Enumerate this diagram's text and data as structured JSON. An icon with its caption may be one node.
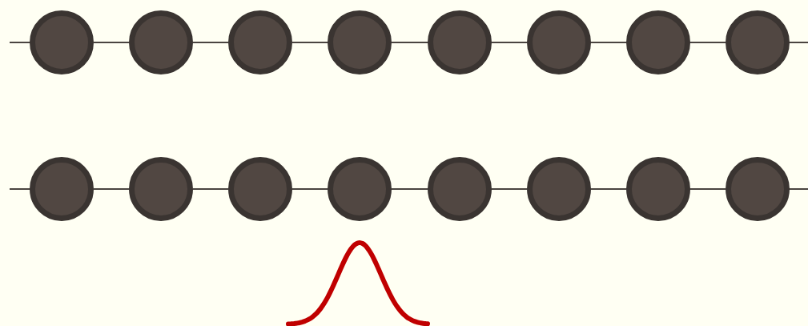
{
  "diagram": {
    "nodes": [
      {
        "text": [],
        "shape": "circle"
      },
      {
        "text": [],
        "shape": "circle"
      },
      {
        "text": [],
        "shape": "circle"
      },
      {
        "text": [],
        "shape": "circle"
      },
      {
        "text": [],
        "shape": "circle"
      },
      {
        "text": [],
        "shape": "circle"
      },
      {
        "text": [],
        "shape": "circle"
      },
      {
        "text": [],
        "shape": "circle"
      },
      {
        "text": [],
        "shape": "circle"
      },
      {
        "text": [],
        "shape": "circle"
      },
      {
        "text": [],
        "shape": "circle"
      },
      {
        "text": [],
        "shape": "circle"
      },
      {
        "text": [],
        "shape": "circle"
      },
      {
        "text": [],
        "shape": "circle"
      },
      {
        "text": [],
        "shape": "circle"
      },
      {
        "text": [],
        "shape": "circle"
      }
    ],
    "edges": [
      {
        "from": null,
        "to": 0,
        "arrow": "none"
      },
      {
        "from": 0,
        "to": 1,
        "arrow": "none"
      },
      {
        "from": 1,
        "to": 2,
        "arrow": "none"
      },
      {
        "from": 2,
        "to": 3,
        "arrow": "none"
      },
      {
        "from": 3,
        "to": 4,
        "arrow": "none"
      },
      {
        "from": 4,
        "to": 5,
        "arrow": "none"
      },
      {
        "from": 5,
        "to": 6,
        "arrow": "none"
      },
      {
        "from": 6,
        "to": 7,
        "arrow": "none"
      },
      {
        "from": 7,
        "to": null,
        "arrow": "none"
      },
      {
        "from": null,
        "to": 8,
        "arrow": "none"
      },
      {
        "from": 8,
        "to": 9,
        "arrow": "none"
      },
      {
        "from": 9,
        "to": 10,
        "arrow": "none"
      },
      {
        "from": 10,
        "to": 11,
        "arrow": "none"
      },
      {
        "from": 11,
        "to": 12,
        "arrow": "none"
      },
      {
        "from": 12,
        "to": 13,
        "arrow": "none"
      },
      {
        "from": 13,
        "to": 14,
        "arrow": "none"
      },
      {
        "from": 14,
        "to": 15,
        "arrow": "none"
      },
      {
        "from": 15,
        "to": null,
        "arrow": "none"
      }
    ]
  }
}
